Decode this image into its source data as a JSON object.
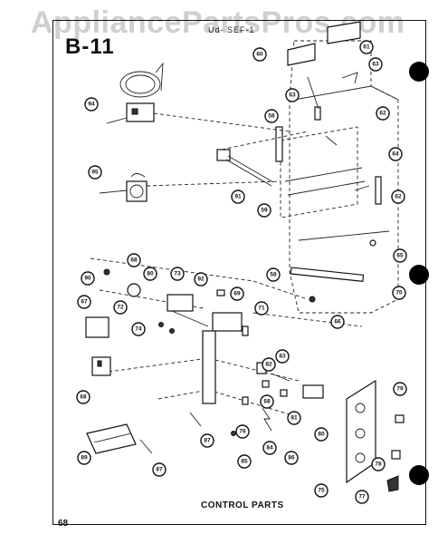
{
  "watermark": "AppliancePartsPros.com",
  "page_id": "B-11",
  "header_small": "Ud- SEF-1",
  "caption": "CONTROL PARTS",
  "page_number": "68",
  "callouts": [
    {
      "label": "61"
    },
    {
      "label": "60"
    },
    {
      "label": "63"
    },
    {
      "label": "63"
    },
    {
      "label": "62"
    },
    {
      "label": "58"
    },
    {
      "label": "64"
    },
    {
      "label": "62"
    },
    {
      "label": "65"
    },
    {
      "label": "70"
    },
    {
      "label": "59"
    },
    {
      "label": "58"
    },
    {
      "label": "66"
    },
    {
      "label": "94"
    },
    {
      "label": "95"
    },
    {
      "label": "91"
    },
    {
      "label": "68"
    },
    {
      "label": "90"
    },
    {
      "label": "80"
    },
    {
      "label": "73"
    },
    {
      "label": "92"
    },
    {
      "label": "69"
    },
    {
      "label": "72"
    },
    {
      "label": "74"
    },
    {
      "label": "67"
    },
    {
      "label": "71"
    },
    {
      "label": "83"
    },
    {
      "label": "82"
    },
    {
      "label": "79"
    },
    {
      "label": "68"
    },
    {
      "label": "68"
    },
    {
      "label": "81"
    },
    {
      "label": "80"
    },
    {
      "label": "76"
    },
    {
      "label": "84"
    },
    {
      "label": "86"
    },
    {
      "label": "87"
    },
    {
      "label": "85"
    },
    {
      "label": "89"
    },
    {
      "label": "87"
    },
    {
      "label": "75"
    },
    {
      "label": "78"
    },
    {
      "label": "77"
    }
  ]
}
